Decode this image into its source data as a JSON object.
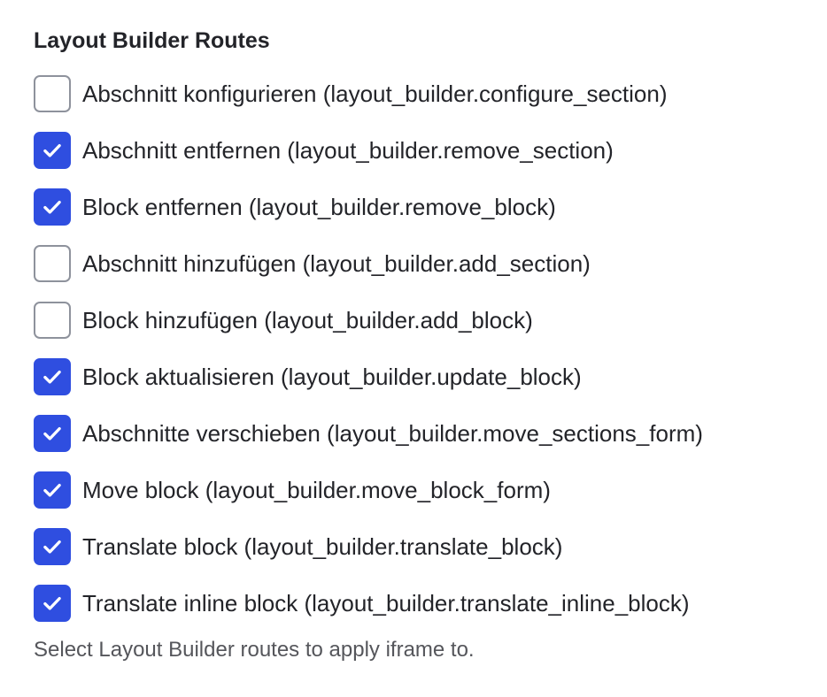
{
  "group": {
    "title": "Layout Builder Routes",
    "description": "Select Layout Builder routes to apply iframe to."
  },
  "colors": {
    "accent": "#2f4ee0",
    "text": "#232429",
    "muted_text": "#55565b",
    "checkbox_border": "#8e929c"
  },
  "options": [
    {
      "label": "Abschnitt konfigurieren (layout_builder.configure_section)",
      "checked": false
    },
    {
      "label": "Abschnitt entfernen (layout_builder.remove_section)",
      "checked": true
    },
    {
      "label": "Block entfernen (layout_builder.remove_block)",
      "checked": true
    },
    {
      "label": "Abschnitt hinzufügen (layout_builder.add_section)",
      "checked": false
    },
    {
      "label": "Block hinzufügen (layout_builder.add_block)",
      "checked": false
    },
    {
      "label": "Block aktualisieren (layout_builder.update_block)",
      "checked": true
    },
    {
      "label": "Abschnitte verschieben (layout_builder.move_sections_form)",
      "checked": true
    },
    {
      "label": "Move block (layout_builder.move_block_form)",
      "checked": true
    },
    {
      "label": "Translate block (layout_builder.translate_block)",
      "checked": true
    },
    {
      "label": "Translate inline block (layout_builder.translate_inline_block)",
      "checked": true
    }
  ]
}
